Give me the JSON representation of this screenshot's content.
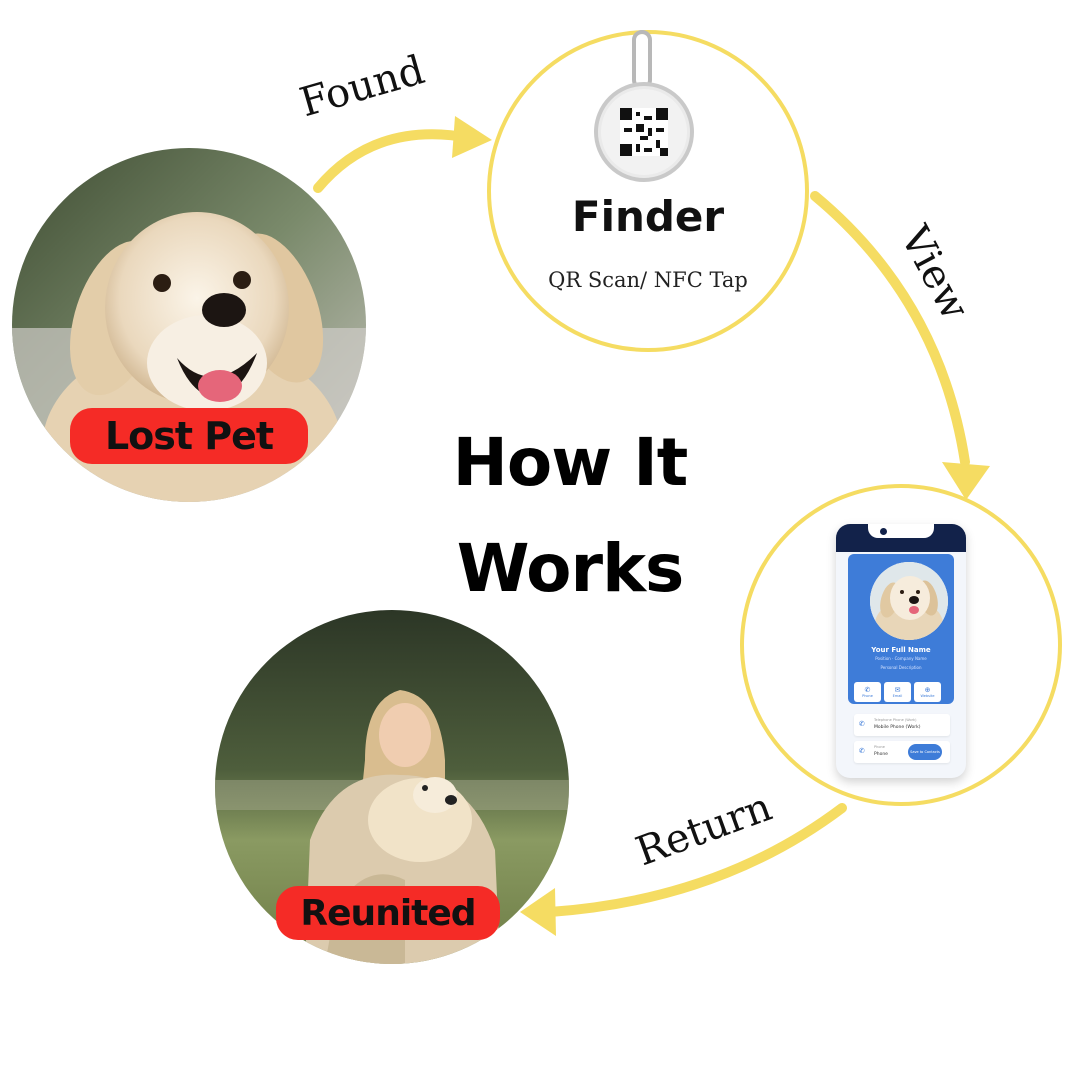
{
  "center_title": {
    "line1": "How It",
    "line2": "Works"
  },
  "steps": {
    "found": "Found",
    "view": "View",
    "return": "Return"
  },
  "lost_pet": {
    "label": "Lost Pet",
    "image": "golden-retriever-photo"
  },
  "reunited": {
    "label": "Reunited",
    "image": "woman-hugging-dog-photo"
  },
  "finder": {
    "title": "Finder",
    "subtitle": "QR Scan/ NFC Tap",
    "image": "qr-nfc-tag"
  },
  "profile_phone": {
    "name": "Your Full Name",
    "position": "Position · Company Name",
    "description": "Personal Description",
    "buttons": [
      "Phone",
      "Email",
      "Website"
    ],
    "rows": [
      {
        "label": "Telephone Phone (Work)",
        "value": "Mobile Phone (Work)"
      },
      {
        "label": "Phone",
        "value": "Phone"
      }
    ],
    "save_label": "Save to Contacts"
  },
  "colors": {
    "arrow": "#f5dc62",
    "pill": "#f52b26",
    "card_blue": "#3e7cd8"
  }
}
